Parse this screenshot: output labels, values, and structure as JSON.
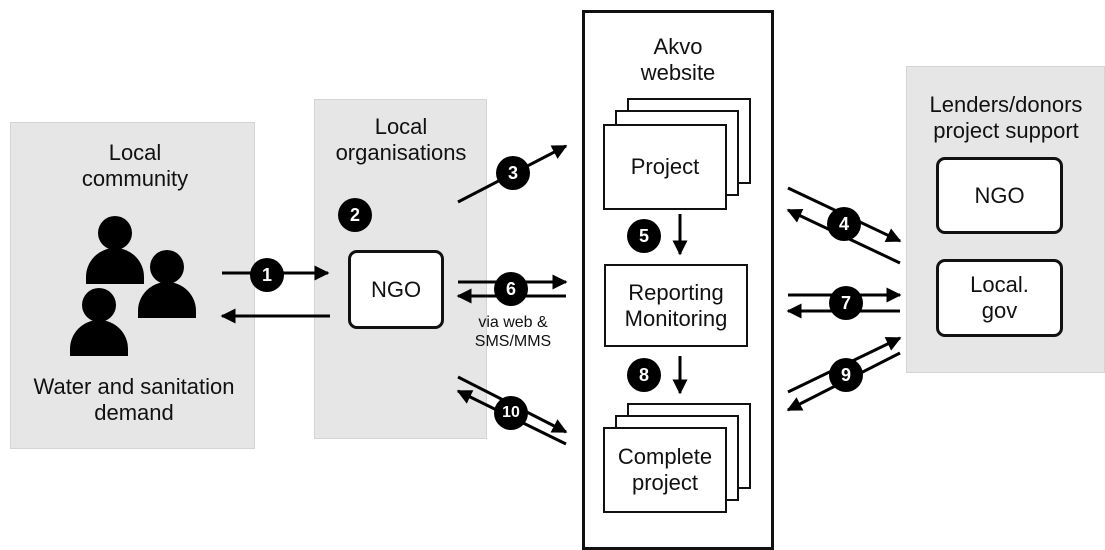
{
  "local_community": {
    "title": "Local community",
    "demand": "Water and sanitation demand"
  },
  "local_organisations": {
    "title": "Local organisations",
    "ngo": "NGO"
  },
  "akvo": {
    "title": "Akvo website",
    "project": "Project",
    "reporting": "Reporting Monitoring",
    "complete": "Complete project"
  },
  "supporters": {
    "title": "Lenders/donors project support",
    "ngo": "NGO",
    "gov": "Local. gov"
  },
  "notes": {
    "channel": "via web & SMS/MMS"
  },
  "steps": [
    "1",
    "2",
    "3",
    "4",
    "5",
    "6",
    "7",
    "8",
    "9",
    "10"
  ]
}
